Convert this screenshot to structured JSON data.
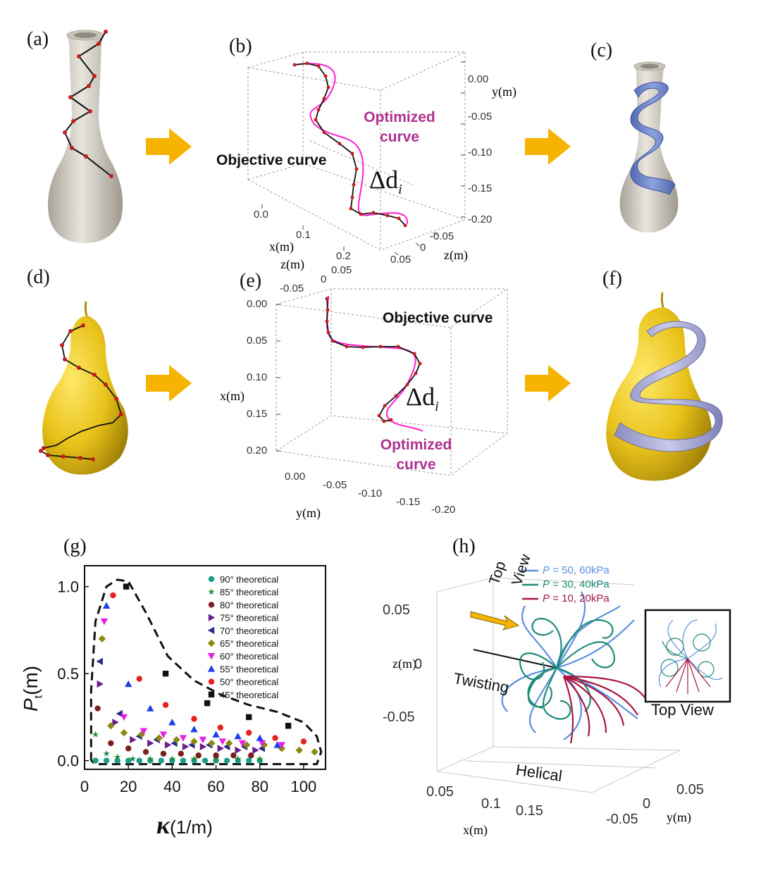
{
  "panels": {
    "a": "(a)",
    "b": "(b)",
    "c": "(c)",
    "d": "(d)",
    "e": "(e)",
    "f": "(f)",
    "g": "(g)",
    "h": "(h)"
  },
  "colors": {
    "arrow": "#F6B400",
    "objective": "#111111",
    "optimized": "#FF1FCF",
    "optimized_label": "#B0308F",
    "vase": "#D9D4CB",
    "pear": "#E8C21A",
    "ribbon_vase": "#6F87C8",
    "ribbon_pear": "#A7A9D3",
    "p_high": "#5B8FE0",
    "p_mid": "#1F8A78",
    "p_low": "#A8173F"
  },
  "panel_b": {
    "objective_label": "Objective curve",
    "optimized_label": "Optimized curve",
    "delta_label": "Δd",
    "delta_sub": "i",
    "y_axis_label": "y(m)",
    "y_ticks": [
      "0.00",
      "-0.05",
      "-0.10",
      "-0.15",
      "-0.20"
    ],
    "x_axis_label": "x(m)",
    "x_ticks": [
      "0.0",
      "0.1",
      "0.2"
    ],
    "z_axis_label": "z(m)",
    "z_ticks": [
      "-0.05",
      "0",
      "0.05"
    ],
    "z2_label": "z(m)",
    "z2_tick": "0.05"
  },
  "panel_e": {
    "objective_label": "Objective curve",
    "optimized_label": "Optimized curve",
    "delta_label": "Δd",
    "delta_sub": "i",
    "x_axis_label": "x(m)",
    "x_ticks": [
      "0.00",
      "0.05",
      "0.10",
      "0.15",
      "0.20"
    ],
    "y_axis_label": "y(m)",
    "y_ticks": [
      "0.00",
      "-0.05",
      "-0.10",
      "-0.15",
      "-0.20"
    ],
    "top_ticks": [
      "-0.05",
      "0"
    ]
  },
  "chart_data": [
    {
      "type": "scatter",
      "panel": "g",
      "xlabel": "κ (1/m)",
      "ylabel": "P_t (m)",
      "xlim": [
        0,
        110
      ],
      "ylim": [
        -0.05,
        1.12
      ],
      "xticks": [
        "0",
        "20",
        "40",
        "60",
        "80",
        "100"
      ],
      "yticks": [
        "0.0",
        "0.5",
        "1.0"
      ],
      "legend_position": "top-right",
      "series": [
        {
          "name": "90° theoretical",
          "color": "#1A9E8C",
          "marker": "circle",
          "points": [
            [
              5,
              0
            ],
            [
              10,
              0
            ],
            [
              15,
              0
            ],
            [
              20,
              0
            ],
            [
              25,
              0
            ],
            [
              30,
              0
            ],
            [
              35,
              0
            ],
            [
              40,
              0
            ],
            [
              45,
              0
            ],
            [
              50,
              0
            ],
            [
              55,
              0
            ],
            [
              60,
              0
            ],
            [
              65,
              0
            ],
            [
              70,
              0
            ],
            [
              75,
              0
            ],
            [
              80,
              0
            ]
          ]
        },
        {
          "name": "85° theoretical",
          "color": "#1E8C3A",
          "marker": "star",
          "points": [
            [
              5,
              0.15
            ],
            [
              10,
              0.04
            ],
            [
              15,
              0.02
            ],
            [
              22,
              0.01
            ],
            [
              30,
              0.01
            ],
            [
              40,
              0.01
            ],
            [
              50,
              0.01
            ],
            [
              60,
              0.01
            ],
            [
              70,
              0.01
            ],
            [
              80,
              0.01
            ]
          ]
        },
        {
          "name": "80° theoretical",
          "color": "#7A1E1E",
          "marker": "circle",
          "points": [
            [
              6,
              0.3
            ],
            [
              12,
              0.1
            ],
            [
              20,
              0.07
            ],
            [
              28,
              0.05
            ],
            [
              36,
              0.04
            ],
            [
              44,
              0.04
            ],
            [
              52,
              0.03
            ],
            [
              60,
              0.03
            ],
            [
              68,
              0.03
            ],
            [
              76,
              0.03
            ]
          ]
        },
        {
          "name": "75° theoretical",
          "color": "#6A1F8C",
          "marker": "triangle-right",
          "points": [
            [
              7,
              0.44
            ],
            [
              14,
              0.22
            ],
            [
              22,
              0.12
            ],
            [
              30,
              0.1
            ],
            [
              38,
              0.09
            ],
            [
              46,
              0.08
            ],
            [
              54,
              0.08
            ],
            [
              62,
              0.07
            ],
            [
              70,
              0.06
            ],
            [
              78,
              0.06
            ]
          ]
        },
        {
          "name": "70° theoretical",
          "color": "#2A2A8C",
          "marker": "triangle-left",
          "points": [
            [
              7,
              0.57
            ],
            [
              16,
              0.27
            ],
            [
              25,
              0.14
            ],
            [
              33,
              0.12
            ],
            [
              41,
              0.1
            ],
            [
              49,
              0.09
            ],
            [
              57,
              0.09
            ],
            [
              65,
              0.08
            ],
            [
              73,
              0.08
            ],
            [
              81,
              0.07
            ]
          ]
        },
        {
          "name": "65° theoretical",
          "color": "#8A8A12",
          "marker": "diamond",
          "points": [
            [
              8,
              0.7
            ],
            [
              12,
              0.2
            ],
            [
              18,
              0.16
            ],
            [
              26,
              0.15
            ],
            [
              34,
              0.13
            ],
            [
              42,
              0.12
            ],
            [
              50,
              0.11
            ],
            [
              58,
              0.1
            ],
            [
              66,
              0.1
            ],
            [
              74,
              0.09
            ],
            [
              82,
              0.09
            ],
            [
              90,
              0.07
            ],
            [
              98,
              0.06
            ],
            [
              105,
              0.05
            ]
          ]
        },
        {
          "name": "60° theoretical",
          "color": "#E81FE8",
          "marker": "triangle-down",
          "points": [
            [
              9,
              0.8
            ],
            [
              18,
              0.25
            ],
            [
              27,
              0.17
            ],
            [
              36,
              0.15
            ],
            [
              45,
              0.13
            ],
            [
              54,
              0.12
            ],
            [
              63,
              0.11
            ],
            [
              72,
              0.1
            ],
            [
              81,
              0.1
            ],
            [
              90,
              0.09
            ]
          ]
        },
        {
          "name": "55° theoretical",
          "color": "#1F3FE8",
          "marker": "triangle-up",
          "points": [
            [
              10,
              0.89
            ],
            [
              20,
              0.44
            ],
            [
              30,
              0.3
            ],
            [
              40,
              0.22
            ],
            [
              50,
              0.18
            ],
            [
              60,
              0.15
            ],
            [
              70,
              0.14
            ],
            [
              80,
              0.13
            ],
            [
              88,
              0.09
            ]
          ]
        },
        {
          "name": "50° theoretical",
          "color": "#E81F1F",
          "marker": "circle",
          "points": [
            [
              13,
              0.95
            ],
            [
              25,
              0.47
            ],
            [
              37,
              0.32
            ],
            [
              50,
              0.24
            ],
            [
              62,
              0.19
            ],
            [
              75,
              0.16
            ],
            [
              87,
              0.13
            ],
            [
              100,
              0.11
            ]
          ]
        },
        {
          "name": "45° theoretical",
          "color": "#111111",
          "marker": "square",
          "points": [
            [
              19,
              1.0
            ],
            [
              37,
              0.5
            ],
            [
              56,
              0.33
            ],
            [
              75,
              0.25
            ],
            [
              93,
              0.2
            ]
          ]
        }
      ],
      "boundary": [
        [
          3,
          0.0
        ],
        [
          3,
          0.4
        ],
        [
          5,
          0.8
        ],
        [
          10,
          1.0
        ],
        [
          15,
          1.04
        ],
        [
          20,
          1.03
        ],
        [
          28,
          0.85
        ],
        [
          38,
          0.6
        ],
        [
          50,
          0.46
        ],
        [
          62,
          0.38
        ],
        [
          75,
          0.32
        ],
        [
          88,
          0.28
        ],
        [
          100,
          0.22
        ],
        [
          106,
          0.14
        ],
        [
          108,
          0.05
        ],
        [
          106,
          -0.02
        ],
        [
          90,
          -0.02
        ],
        [
          50,
          -0.02
        ],
        [
          10,
          -0.02
        ],
        [
          5,
          -0.02
        ],
        [
          3,
          0.0
        ]
      ]
    },
    {
      "type": "line",
      "panel": "h",
      "xlabel": "x(m)",
      "ylabel": "y(m)",
      "zlabel": "z(m)",
      "xticks": [
        "0.05",
        "0.1",
        "0.15"
      ],
      "yticks": [
        "0.05",
        "0",
        "-0.05"
      ],
      "zticks": [
        "0.05",
        "0",
        "-0.05"
      ],
      "legend_position": "top",
      "series": [
        {
          "name": "P = 50, 60kPa",
          "color": "#5B8FE0"
        },
        {
          "name": "P = 30, 40kPa",
          "color": "#1F8A78"
        },
        {
          "name": "P = 10, 20kPa",
          "color": "#A8173F"
        }
      ],
      "annotations": [
        "Top View",
        "Twisting",
        "Helical",
        "Top View"
      ]
    }
  ],
  "panel_h": {
    "legend_p": "P",
    "legend_1": " = 50, 60kPa",
    "legend_2": " = 30, 40kPa",
    "legend_3": " = 10, 20kPa",
    "top_view_arrow_1": "Top",
    "top_view_arrow_2": "View",
    "twisting": "Twisting",
    "helical": "Helical",
    "inset_label": "Top View",
    "z_label": "z(m)",
    "x_label": "x(m)",
    "y_label": "y(m)",
    "z_ticks": [
      "0.05",
      "0",
      "-0.05"
    ],
    "x_ticks": [
      "0.05",
      "0.1",
      "0.15"
    ],
    "y_ticks": [
      "0.05",
      "0",
      "-0.05"
    ]
  },
  "panel_g": {
    "ylabel_main": "P",
    "ylabel_sub": "t",
    "ylabel_unit": "(m)",
    "xlabel_main": "κ",
    "xlabel_unit": "(1/m)",
    "xticks": [
      "0",
      "20",
      "40",
      "60",
      "80",
      "100"
    ],
    "yticks": [
      "0.0",
      "0.5",
      "1.0"
    ]
  }
}
